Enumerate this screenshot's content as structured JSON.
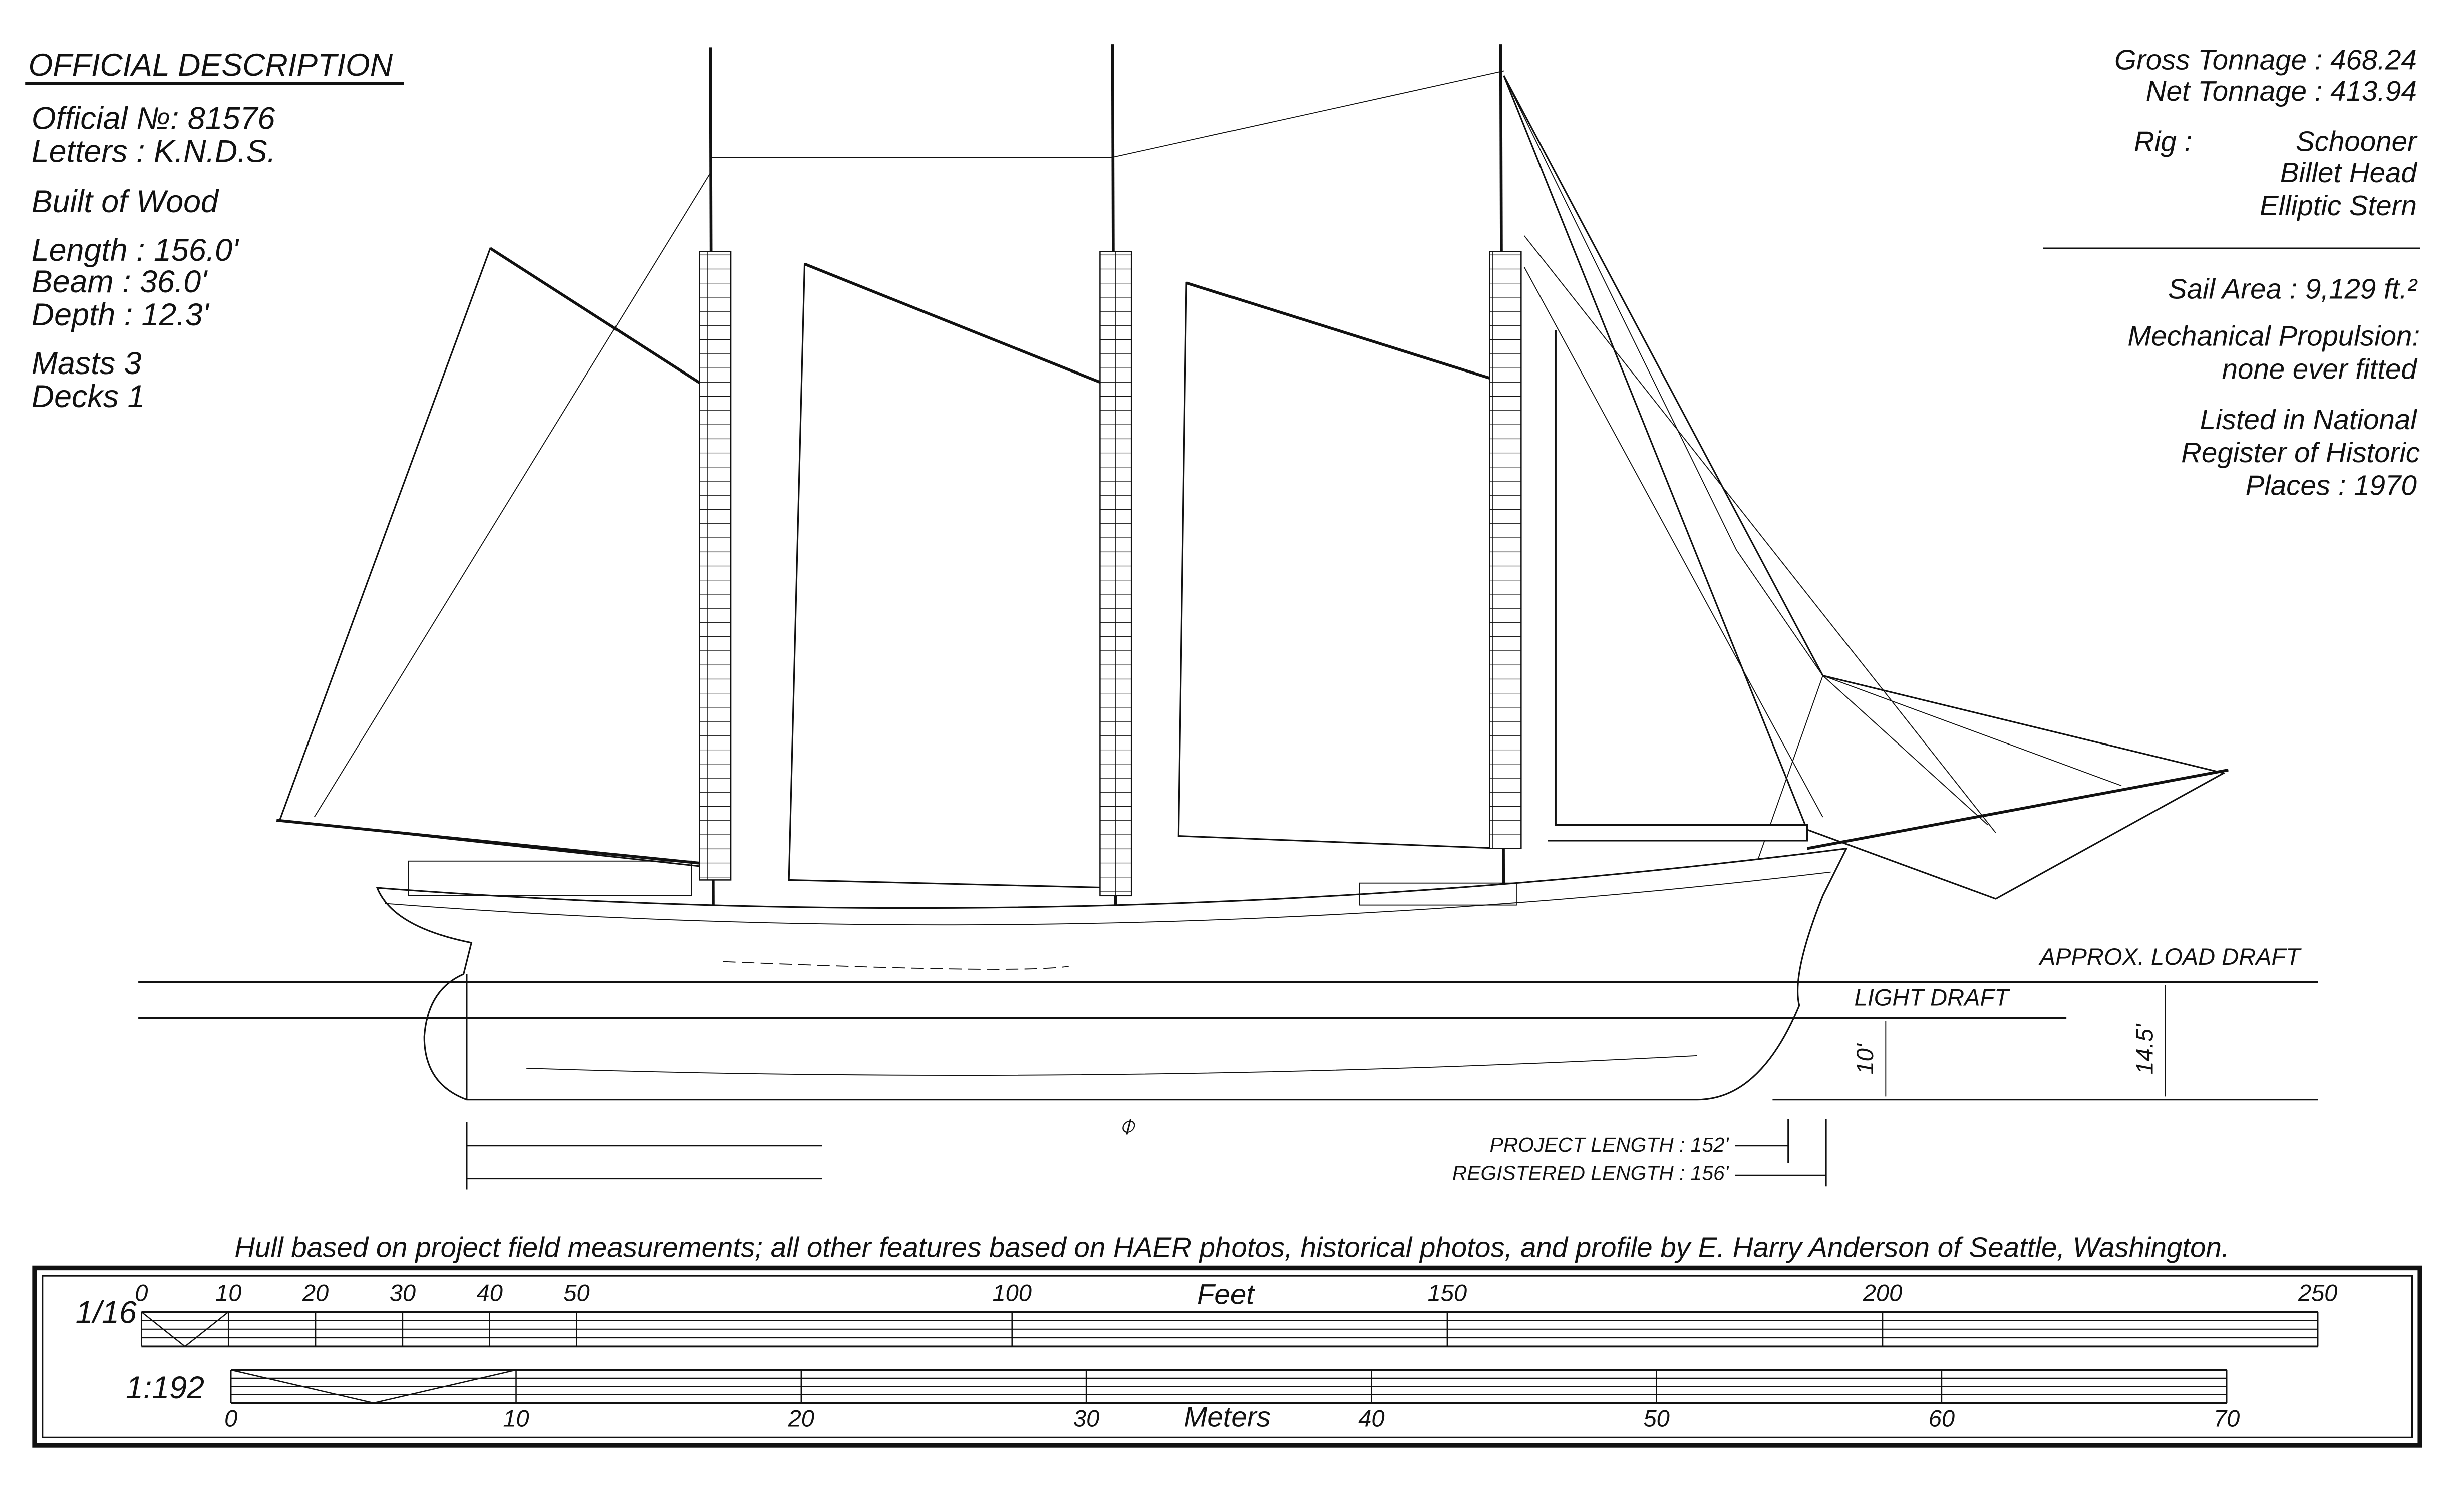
{
  "official_description": {
    "heading": "OFFICIAL DESCRIPTION",
    "official_no": "Official №: 81576",
    "letters": "Letters : K.N.D.S.",
    "built": "Built of Wood",
    "length": "Length : 156.0'",
    "beam": "Beam : 36.0'",
    "depth": "Depth : 12.3'",
    "masts": "Masts 3",
    "decks": "Decks 1"
  },
  "particulars": {
    "gross_tonnage": "Gross Tonnage : 468.24",
    "net_tonnage": "Net Tonnage : 413.94",
    "rig_label": "Rig :",
    "rig_lines": [
      "Schooner",
      "Billet Head",
      "Elliptic Stern"
    ],
    "sail_area": "Sail Area : 9,129 ft.²",
    "propulsion": [
      "Mechanical Propulsion:",
      "none ever fitted"
    ],
    "register": [
      "Listed in National",
      "Register of Historic",
      "Places : 1970"
    ]
  },
  "drafts": {
    "load_draft": "APPROX. LOAD DRAFT",
    "light_draft": "LIGHT DRAFT",
    "light_value": "10'",
    "load_value": "14.5'"
  },
  "lengths": {
    "project": "PROJECT LENGTH : 152'",
    "registered": "REGISTERED LENGTH : 156'",
    "centerline_symbol": "⌽"
  },
  "caption": "Hull based on project field measurements; all other features based on HAER photos, historical photos, and profile by E. Harry Anderson of Seattle, Washington.",
  "scale_bar": {
    "feet_ratio": "1/16",
    "feet_unit": "Feet",
    "feet_ticks": [
      "0",
      "10",
      "20",
      "30",
      "40",
      "50",
      "100",
      "150",
      "200",
      "250"
    ],
    "meters_ratio": "1:192",
    "meters_unit": "Meters",
    "meters_ticks": [
      "0",
      "10",
      "20",
      "30",
      "40",
      "50",
      "60",
      "70"
    ]
  }
}
